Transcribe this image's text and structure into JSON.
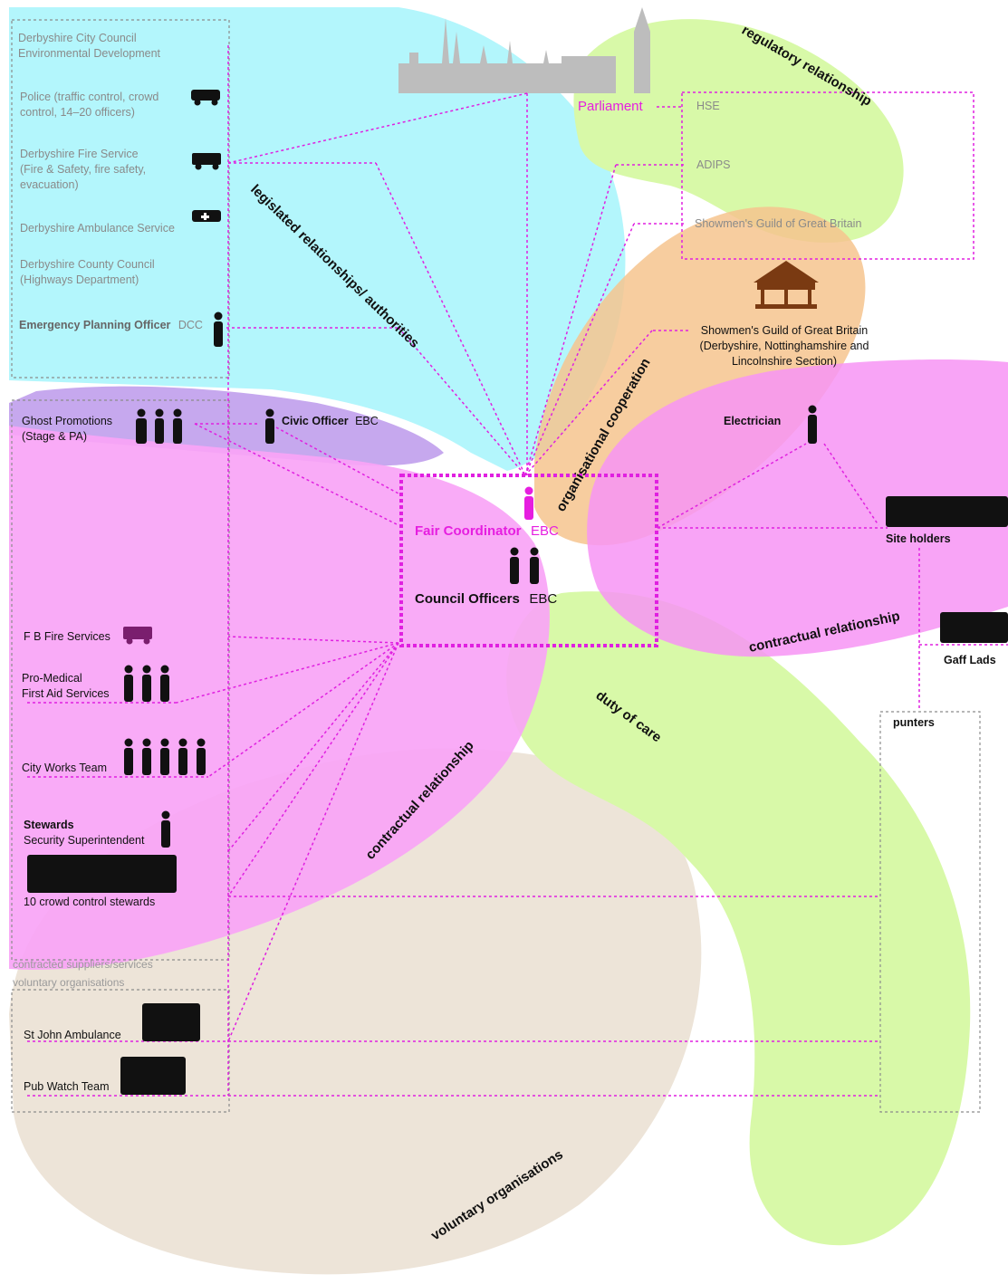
{
  "relationships": {
    "legislated": "legislated relationships/ authorities",
    "regulatory": "regulatory relationship",
    "organisational": "organisational cooperation",
    "contractual_right": "contractual relationship",
    "contractual_left": "contractual relationship",
    "duty_of_care": "duty of care",
    "voluntary": "voluntary organisations"
  },
  "authorities": {
    "line1a": "Derbyshire City Council",
    "line1b": "Environmental Development",
    "police_a": "Police (traffic control, crowd",
    "police_b": "control, 14–20 officers)",
    "fire_a": "Derbyshire Fire Service",
    "fire_b": "(Fire & Safety, fire safety,",
    "fire_c": "evacuation)",
    "ambulance": "Derbyshire Ambulance Service",
    "county_a": "Derbyshire County Council",
    "county_b": "(Highways Department)",
    "epo_bold": "Emergency Planning Officer",
    "epo_suffix": "DCC"
  },
  "regulatory": {
    "parliament": "Parliament",
    "hse": "HSE",
    "adips": "ADIPS",
    "guild": "Showmen's Guild of Great Britain"
  },
  "guild_section": {
    "line1": "Showmen's Guild of Great Britain",
    "line2": "(Derbyshire, Nottinghamshire and",
    "line3": "Lincolnshire Section)"
  },
  "center": {
    "fair_coordinator": "Fair Coordinator",
    "fair_suffix": "EBC",
    "council_officers": "Council Officers",
    "council_suffix": "EBC"
  },
  "civic": {
    "bold": "Civic Officer",
    "suffix": "EBC"
  },
  "right": {
    "electrician": "Electrician",
    "site_holders": "Site holders",
    "gaff_lads": "Gaff Lads",
    "punters": "punters"
  },
  "suppliers": {
    "ghost_a": "Ghost Promotions",
    "ghost_b": "(Stage & PA)",
    "fb_fire": "F B Fire Services",
    "promed_a": "Pro-Medical",
    "promed_b": "First Aid Services",
    "city_works": "City Works Team",
    "stewards_bold": "Stewards",
    "stewards_sub": "Security Superintendent",
    "crowd": "10 crowd control stewards",
    "box_label": "contracted suppliers/services"
  },
  "voluntary": {
    "box_label": "voluntary organisations",
    "st_john": "St John Ambulance",
    "pub_watch": "Pub Watch Team"
  },
  "colors": {
    "cyan": "#b3f6fc",
    "green": "#d8f9a8",
    "orange": "#f6c48e",
    "pink": "#f9a8f7",
    "purple": "#c6a8ee",
    "tan": "#ede4d8",
    "magenta": "#e61ee0"
  }
}
